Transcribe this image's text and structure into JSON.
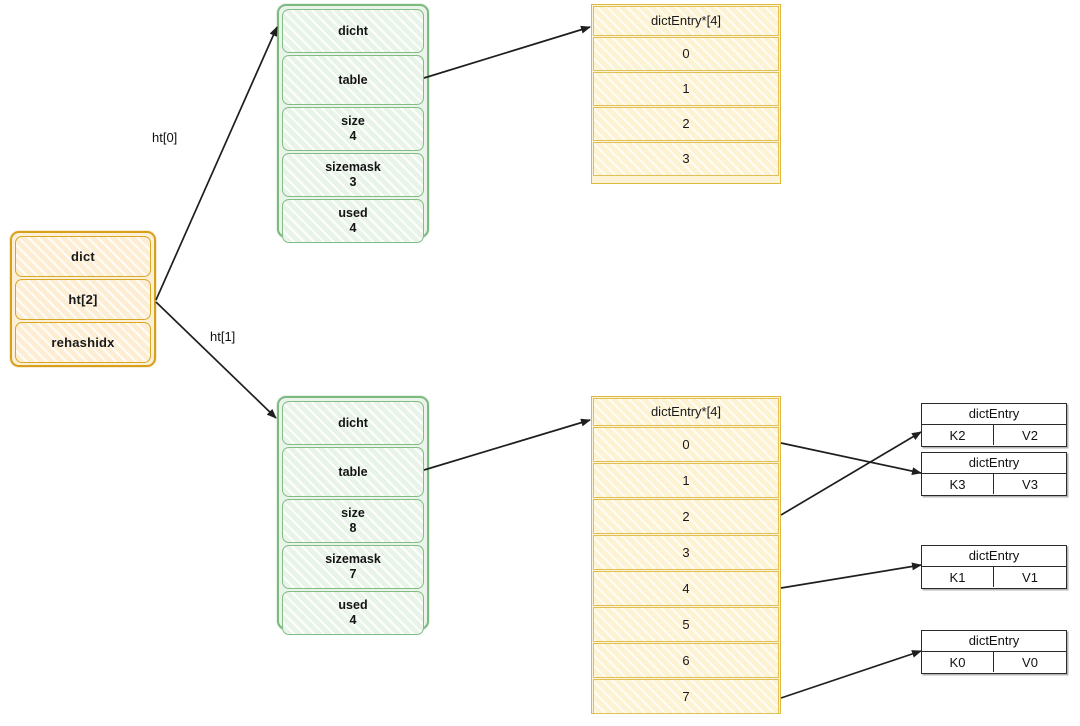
{
  "diagram": {
    "title": "Redis dict rehashing structure",
    "colors": {
      "dict_border": "#d6a01d",
      "dict_fill": "#fdeed3",
      "ht_border": "#82bd85",
      "ht_fill": "#e9f4e9",
      "array_border": "#e0c055",
      "array_fill": "#fdf2d2",
      "entry_border": "#2b2b2b",
      "entry_fill": "#ffffff",
      "edge": "#1f1f1f"
    }
  },
  "dict_node": {
    "name": "dict",
    "rows": [
      {
        "label": "dict"
      },
      {
        "label": "ht[2]"
      },
      {
        "label": "rehashidx"
      }
    ]
  },
  "edge_labels": [
    {
      "text": "ht[0]"
    },
    {
      "text": "ht[1]"
    }
  ],
  "ht0": {
    "rows": [
      {
        "label": "dicht",
        "value": ""
      },
      {
        "label": "table",
        "value": ""
      },
      {
        "label": "size",
        "value": "4"
      },
      {
        "label": "sizemask",
        "value": "3"
      },
      {
        "label": "used",
        "value": "4"
      }
    ]
  },
  "ht1": {
    "rows": [
      {
        "label": "dicht",
        "value": ""
      },
      {
        "label": "table",
        "value": ""
      },
      {
        "label": "size",
        "value": "8"
      },
      {
        "label": "sizemask",
        "value": "7"
      },
      {
        "label": "used",
        "value": "4"
      }
    ]
  },
  "array0": {
    "header": "dictEntry*[4]",
    "slots": [
      "0",
      "1",
      "2",
      "3"
    ]
  },
  "array1": {
    "header": "dictEntry*[4]",
    "slots": [
      "0",
      "1",
      "2",
      "3",
      "4",
      "5",
      "6",
      "7"
    ]
  },
  "entries": [
    {
      "header": "dictEntry",
      "key": "K2",
      "value": "V2"
    },
    {
      "header": "dictEntry",
      "key": "K3",
      "value": "V3"
    },
    {
      "header": "dictEntry",
      "key": "K1",
      "value": "V1"
    },
    {
      "header": "dictEntry",
      "key": "K0",
      "value": "V0"
    }
  ]
}
